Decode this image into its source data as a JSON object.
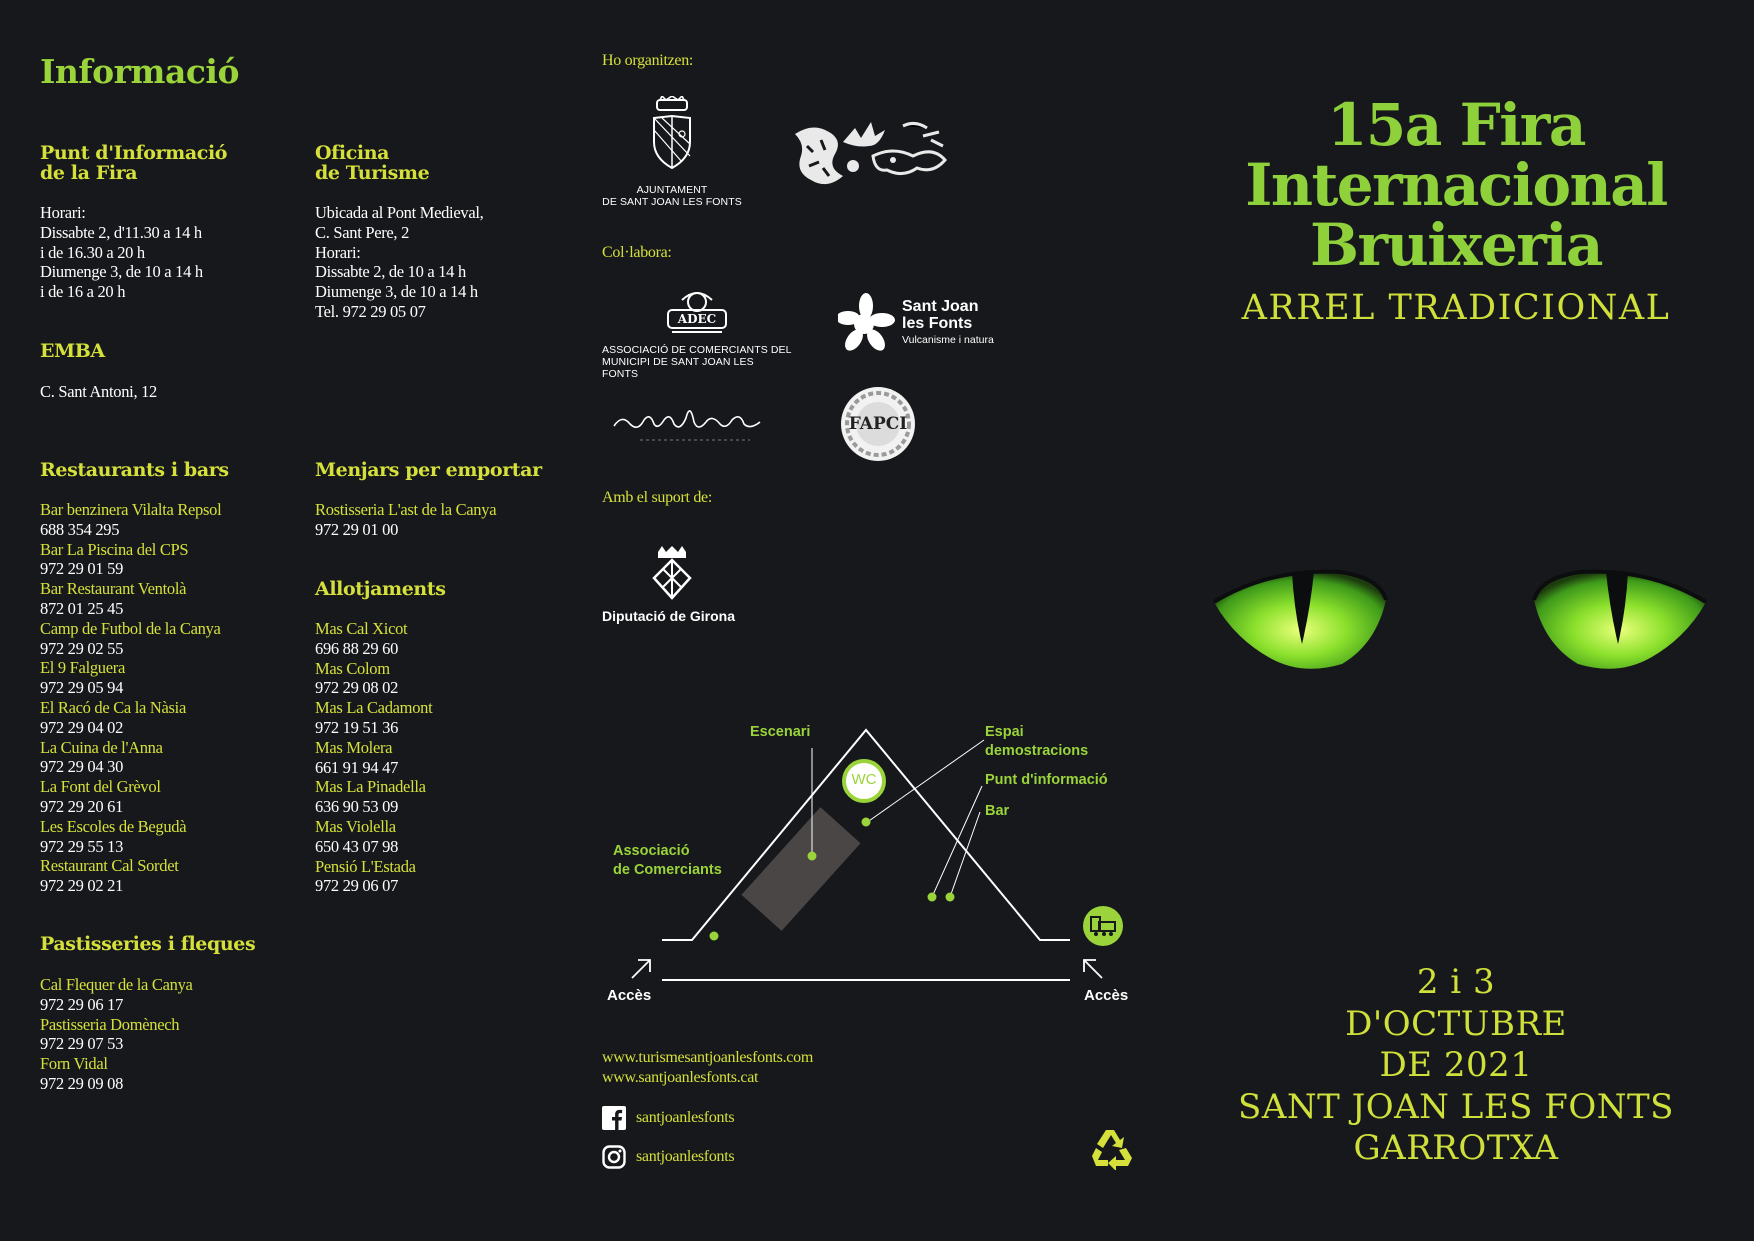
{
  "info": {
    "title": "Informació",
    "punt": {
      "heading": [
        "Punt d'Informació",
        "de la Fira"
      ],
      "lines": [
        "Horari:",
        "Dissabte 2, d'11.30 a 14 h",
        "i de 16.30 a 20 h",
        "Diumenge 3, de 10 a 14 h",
        "i de 16 a 20 h"
      ]
    },
    "oficina": {
      "heading": [
        "Oficina",
        "de Turisme"
      ],
      "lines": [
        "Ubicada al Pont Medieval,",
        "C. Sant Pere, 2",
        "Horari:",
        "Dissabte 2, de 10 a 14 h",
        "Diumenge 3, de 10 a 14 h",
        "Tel. 972 29 05 07"
      ]
    },
    "emba": {
      "heading": "EMBA",
      "address": "C. Sant Antoni, 12"
    },
    "restaurants": {
      "heading": "Restaurants i bars",
      "items": [
        {
          "name": "Bar benzinera Vilalta Repsol",
          "phone": "688 354 295"
        },
        {
          "name": "Bar La Piscina del CPS",
          "phone": "972 29 01 59"
        },
        {
          "name": "Bar Restaurant Ventolà",
          "phone": "872 01 25 45"
        },
        {
          "name": "Camp de Futbol de la Canya",
          "phone": "972 29 02 55"
        },
        {
          "name": "El 9 Falguera",
          "phone": "972 29 05 94"
        },
        {
          "name": "El Racó de Ca la Nàsia",
          "phone": "972 29 04 02"
        },
        {
          "name": "La Cuina de l'Anna",
          "phone": "972 29 04 30"
        },
        {
          "name": "La Font del Grèvol",
          "phone": "972 29 20 61"
        },
        {
          "name": "Les Escoles de Begudà",
          "phone": "972 29 55 13"
        },
        {
          "name": "Restaurant Cal Sordet",
          "phone": "972 29 02 21"
        }
      ]
    },
    "menjars": {
      "heading": "Menjars per emportar",
      "items": [
        {
          "name": "Rostisseria L'ast de la Canya",
          "phone": "972 29 01 00"
        }
      ]
    },
    "allotjaments": {
      "heading": "Allotjaments",
      "items": [
        {
          "name": "Mas Cal Xicot",
          "phone": "696 88 29 60"
        },
        {
          "name": "Mas Colom",
          "phone": "972 29 08 02"
        },
        {
          "name": "Mas La Cadamont",
          "phone": "972 19 51 36"
        },
        {
          "name": "Mas Molera",
          "phone": "661 91 94 47"
        },
        {
          "name": "Mas La Pinadella",
          "phone": "636 90 53 09"
        },
        {
          "name": "Mas Violella",
          "phone": "650 43 07 98"
        },
        {
          "name": "Pensió L'Estada",
          "phone": "972 29 06 07"
        }
      ]
    },
    "pastisseries": {
      "heading": "Pastisseries i fleques",
      "items": [
        {
          "name": "Cal Flequer de la Canya",
          "phone": "972 29 06 17"
        },
        {
          "name": "Pastisseria Domènech",
          "phone": "972 29 07 53"
        },
        {
          "name": "Forn Vidal",
          "phone": "972 29 09 08"
        }
      ]
    }
  },
  "sponsors": {
    "organitzen_label": "Ho organitzen:",
    "ajuntament_caption": [
      "AJUNTAMENT",
      "DE SANT JOAN LES FONTS"
    ],
    "collabora_label": "Col·labora:",
    "adec_badge": "ADEC",
    "adec_caption": [
      "ASSOCIACIÓ DE COMERCIANTS DEL",
      "MUNICIPI DE SANT JOAN LES FONTS"
    ],
    "sjlf_logo": [
      "Sant Joan",
      "les Fonts"
    ],
    "sjlf_tagline": "Vulcanisme i natura",
    "emba_logo": "emba",
    "fapci_logo": "FAPCI",
    "suport_label": "Amb el suport de:",
    "diputacio_caption": "Diputació de Girona"
  },
  "map": {
    "escenari": "Escenari",
    "espai": [
      "Espai",
      "demostracions"
    ],
    "punt_info": "Punt d'informació",
    "bar": "Bar",
    "associacio": [
      "Associació",
      "de Comerciants"
    ],
    "wc": "WC",
    "acces_left": "Accès",
    "acces_right": "Accès"
  },
  "links": {
    "web1": "www.turismesantjoanlesfonts.com",
    "web2": "www.santjoanlesfonts.cat",
    "facebook": "santjoanlesfonts",
    "instagram": "santjoanlesfonts"
  },
  "cover": {
    "title_lines": [
      "15a Fira",
      "Internacional",
      "Bruixeria"
    ],
    "subtitle": "ARREL TRADICIONAL",
    "date_lines": [
      "2 i 3",
      "D'OCTUBRE",
      "DE 2021",
      "SANT JOAN LES FONTS",
      "GARROTXA"
    ]
  },
  "colors": {
    "background": "#16181b",
    "green": "#9ad43a",
    "yellow": "#d5e03a"
  }
}
